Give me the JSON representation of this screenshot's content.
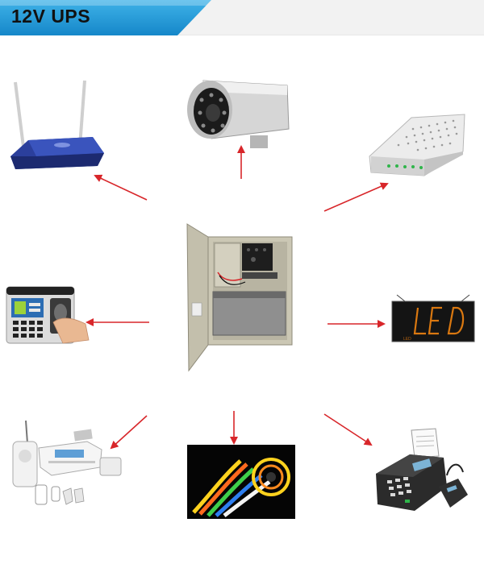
{
  "header": {
    "title": "12V UPS"
  },
  "led_sign": {
    "text": "LED"
  },
  "colors": {
    "banner": "#1e9ad6",
    "arrow": "#d8262a",
    "cabinet": "#c8c4b0"
  },
  "devices": [
    {
      "name": "wifi-router",
      "icon": "router-icon"
    },
    {
      "name": "cctv-camera",
      "icon": "camera-icon"
    },
    {
      "name": "modem",
      "icon": "modem-icon"
    },
    {
      "name": "time-attendance-terminal",
      "icon": "fingerprint-icon"
    },
    {
      "name": "led-display",
      "icon": "led-sign-icon"
    },
    {
      "name": "alarm-system",
      "icon": "alarm-icon"
    },
    {
      "name": "led-strip-lights",
      "icon": "led-strip-icon"
    },
    {
      "name": "pos-terminal",
      "icon": "pos-icon"
    }
  ]
}
